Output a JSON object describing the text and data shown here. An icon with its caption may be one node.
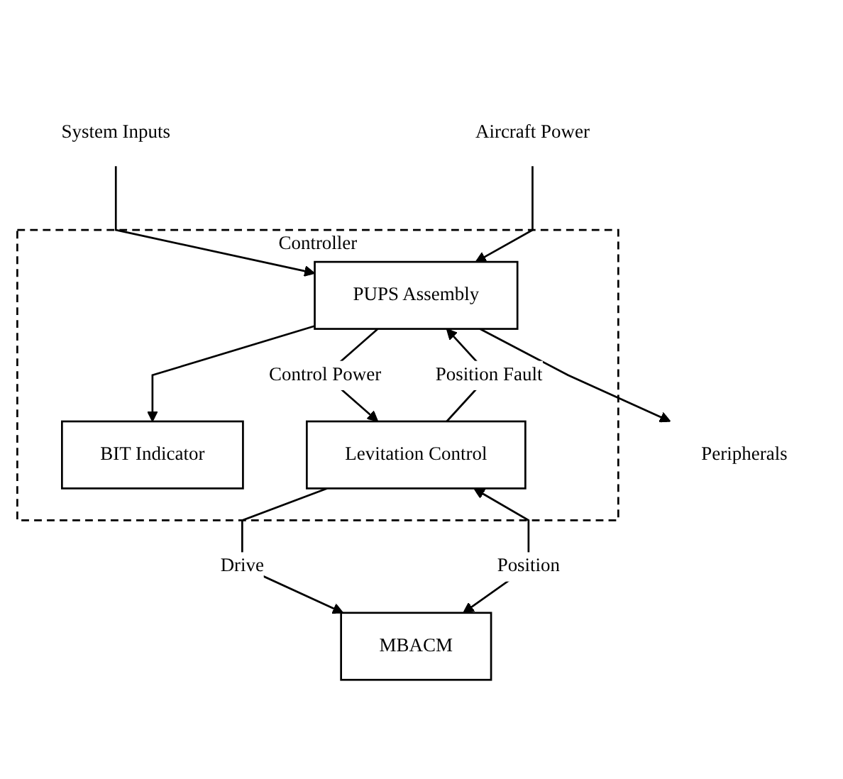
{
  "diagram": {
    "nodes": [
      {
        "text": [
          "Controller"
        ]
      },
      {
        "text": [
          "BIT Indicator"
        ],
        "in": 0
      },
      {
        "text": [
          "PUPS Assembly"
        ],
        "in": 0
      },
      {
        "text": [
          "Levitation Control"
        ],
        "in": 0
      },
      {
        "text": [
          "System Inputs"
        ]
      },
      {
        "text": [
          "Aircraft Power"
        ]
      },
      {
        "text": [
          "Peripherals"
        ]
      },
      {
        "text": [
          "MBACM"
        ]
      }
    ],
    "edges": [
      {
        "from": 2,
        "to": 1,
        "arrow": "to"
      },
      {
        "from": 4,
        "to": 2,
        "arrow": "to"
      },
      {
        "from": 5,
        "to": 2,
        "arrow": "to"
      },
      {
        "from": 2,
        "to": 6,
        "arrow": "to"
      },
      {
        "from": 3,
        "to": 2,
        "arrow": "to",
        "label": "Position Fault"
      },
      {
        "from": 2,
        "to": 3,
        "arrow": "to",
        "label": "Control Power"
      },
      {
        "from": 3,
        "to": 7,
        "arrow": "to",
        "label": "Drive"
      },
      {
        "from": 3,
        "to": 7,
        "arrow": "both",
        "label": "Position"
      }
    ]
  }
}
